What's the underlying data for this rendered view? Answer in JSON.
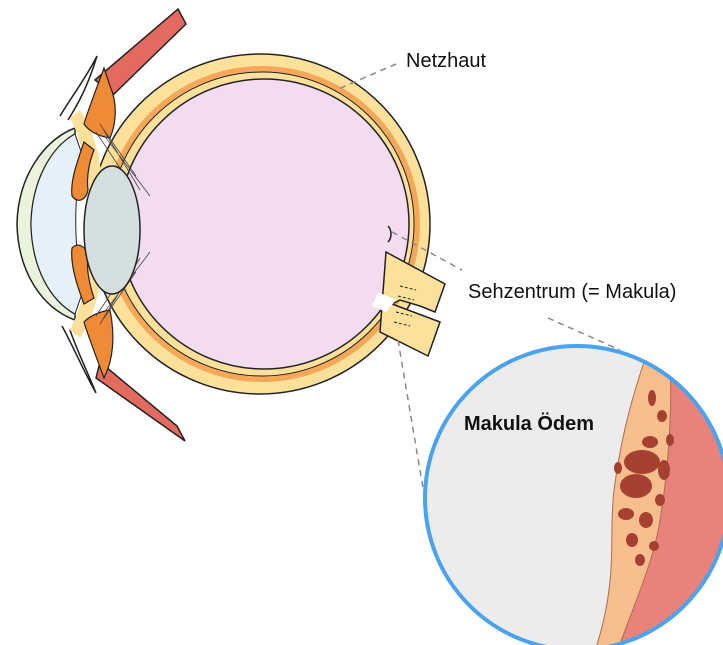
{
  "labels": {
    "retina": "Netzhaut",
    "macula": "Sehzentrum (= Makula)",
    "edema": "Makula Ödem"
  },
  "colors": {
    "sclera": "#fde19a",
    "choroid": "#f5a85a",
    "vitreous": "#f3dcf0",
    "lens": "#d4dfe0",
    "cornea": "#e6f0f9",
    "muscle": "#e36a5e",
    "ciliary": "#f08a34",
    "inset_ring": "#4ba3ee",
    "inset_background": "#ececec",
    "swollen_tissue": "#f6bd8d",
    "outer_tissue": "#e8827a",
    "edema_cells": "#a64030"
  }
}
